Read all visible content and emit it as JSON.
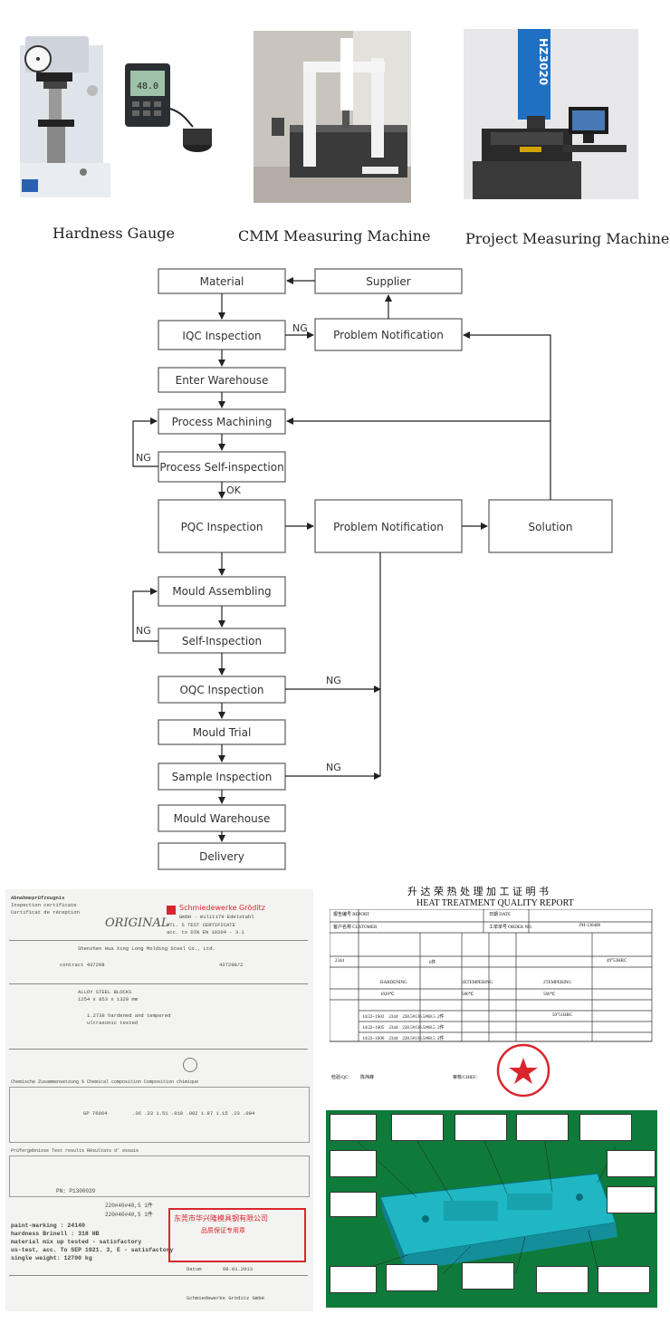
{
  "equipment": [
    {
      "label": "Hardness Gauge",
      "icon": "hardness-tester-icon"
    },
    {
      "label": "CMM Measuring Machine",
      "icon": "cmm-machine-icon"
    },
    {
      "label": "Project Measuring Machine",
      "icon": "projector-machine-icon"
    }
  ],
  "projector_brand": "HZ3020",
  "tester_display": "48.0",
  "flowchart": {
    "nodes": {
      "material": "Material",
      "supplier": "Supplier",
      "iqc": "IQC Inspection",
      "problem1": "Problem Notification",
      "warehouse": "Enter Warehouse",
      "machining": "Process Machining",
      "self_inspection": "Process Self-inspection",
      "pqc": "PQC Inspection",
      "problem2": "Problem Notification",
      "solution": "Solution",
      "assembling": "Mould Assembling",
      "self_inspection2": "Self-Inspection",
      "oqc": "OQC Inspection",
      "trial": "Mould Trial",
      "sample": "Sample Inspection",
      "mould_warehouse": "Mould Warehouse",
      "delivery": "Delivery"
    },
    "labels": {
      "ng": "NG",
      "ok": "OK"
    }
  },
  "certificate": {
    "title_de": "Abnahmeprüfzeugnis",
    "title_en": "Inspection certificate",
    "title_fr": "Certificat de réception",
    "stamp": "ORIGINAL",
    "company": "Schmiedewerke Gröditz",
    "company_sub": "GmbH · militi79 Edelstahl",
    "mtl": "MTL.  S TEST CERTIFICATE",
    "std": "acc. to DIN EN 10204 - 3.1",
    "customer": "Shenzhen Hua Xing Long Molding Steel Co., Ltd.",
    "contract": "contract  437298",
    "commission": "437298/2",
    "product": "ALLOY  STEEL  BLOCKS",
    "dimension": "1254 x 853 x 1320 mm",
    "material": "1.2738   hardened and tempered",
    "condition": "ultrasonic  tested",
    "grade": "GP 76064",
    "chem_header": "Chemische Zusammensetzung %   Chemical composition  Composition  chimique",
    "chem_values": ".36  .23  1.51  .010  .002  1.87  1.15  .23  .004",
    "test_header": "Prüfergebnisse         Test results      Résultats d' essais",
    "piece_no": "PN: P1300039",
    "results_a": "220#40#40,5  1件",
    "results_b": "220#40#40,5  1件",
    "marking": "paint-marking : 24140",
    "hardness": "hardness  Brinell : 318  HB",
    "mix": "material  mix  up  tested  -  satisfactory",
    "us_test": "us-test,  acc.  To  SEP  1921. 3, E - satisfactory",
    "weight": "single  weight:   12700  kg",
    "red_stamp": "东莞市华兴隆模具钢有限公司",
    "red_stamp_sub": "品质保证专用章",
    "date_label": "Datum",
    "date": "08.01.2013",
    "footer": "Schmiedewerke Gröditz GmbH"
  },
  "heat_report": {
    "title_cn": "升 达 荣 热 处 理 加 工 证 明 书",
    "title_en": "HEAT TREATMENT QUALITY REPORT",
    "report_no_label": "报告编号 REPORT",
    "customer_label": "客户名称 CUSTOMER",
    "date_label": "日期 DATE",
    "order_label": "工单单号 ORDER NO.",
    "order_no": "PH-130408",
    "grade": "2344",
    "qty": "6件",
    "hardness_req": "49°53HRC",
    "process": "HARDENING",
    "temper1": "1ETEMPERING",
    "temper2": "2TEMPERING",
    "temp1": "1020℃",
    "temp2": "580℃",
    "temp3": "560℃",
    "rows": [
      {
        "id": "14/22~1S03",
        "grade": "2344",
        "dim": "228.5#136.5#68.5",
        "qty": "2件"
      },
      {
        "id": "14/22~1S05",
        "grade": "2344",
        "dim": "228.5#136.5#68.5",
        "qty": "2件"
      },
      {
        "id": "14/22~1S06",
        "grade": "2344",
        "dim": "228.5#136.5#68.5",
        "qty": "2件"
      }
    ],
    "hardness_result": "50°51HRC",
    "inspector_label": "检验/QC:",
    "inspector": "陈炜峰",
    "chief_label": "审核/CHIEF:"
  },
  "colors": {
    "accent_teal": "#1fb7c4",
    "cmm_bg": "#0e7b3a",
    "stamp_red": "#d9262d"
  }
}
